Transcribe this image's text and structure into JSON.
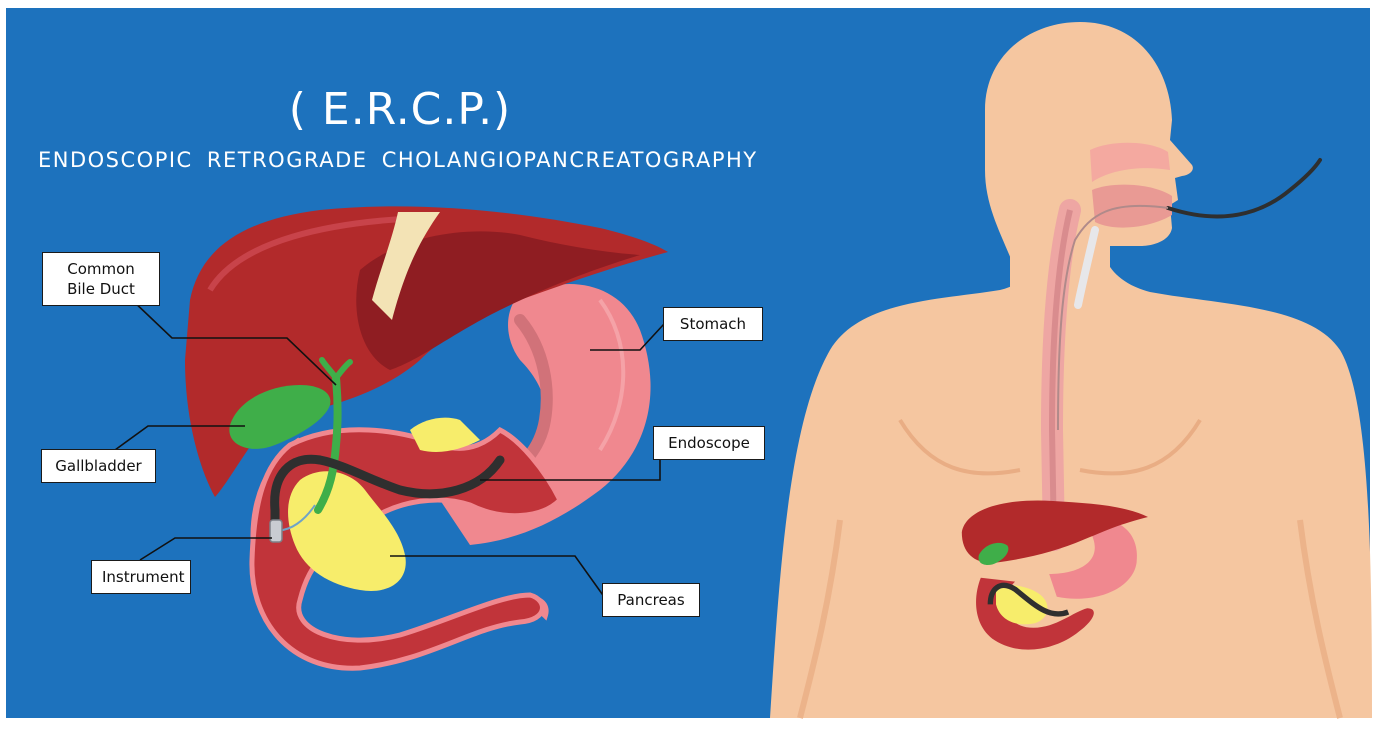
{
  "title": "( E.R.C.P.)",
  "subtitle": "ENDOSCOPIC  RETROGRADE  CHOLANGIOPANCREATOGRAPHY",
  "labels": {
    "common_bile_duct": "Common Bile Duct",
    "gallbladder": "Gallbladder",
    "instrument": "Instrument",
    "stomach": "Stomach",
    "endoscope": "Endoscope",
    "pancreas": "Pancreas"
  },
  "colors": {
    "background": "#1d72bd",
    "liver": "#b22a2b",
    "liver_dark": "#8f1d22",
    "stomach": "#f0888f",
    "pancreas": "#f7ed6b",
    "gallbladder": "#3fae49",
    "endoscope": "#2f2f2f",
    "skin": "#f5c6a0",
    "skin_shade": "#efb78e"
  }
}
